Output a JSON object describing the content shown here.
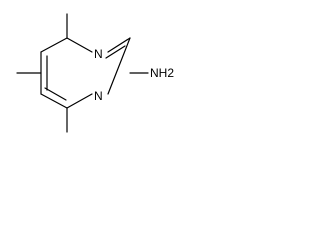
{
  "molecule": {
    "atoms": {
      "n1": "N",
      "n3": "N",
      "amine": "NH2"
    }
  }
}
